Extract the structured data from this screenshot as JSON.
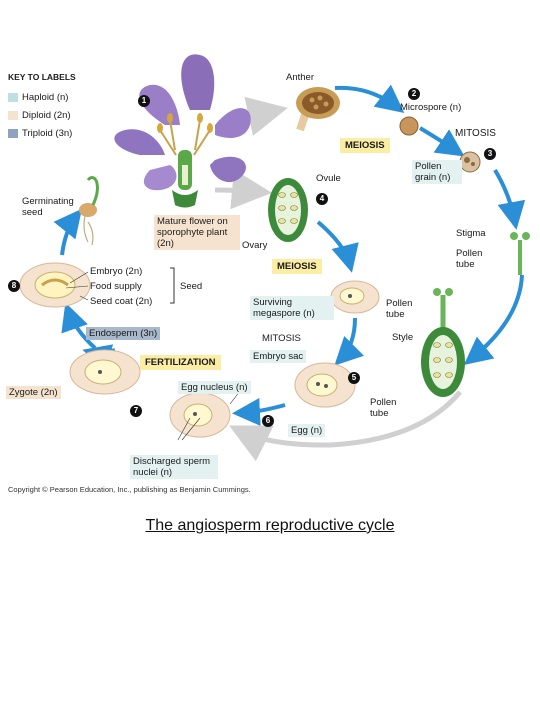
{
  "key": {
    "title": "KEY TO LABELS",
    "items": [
      {
        "label": "Haploid (n)",
        "color": "#bfe0e3"
      },
      {
        "label": "Diploid (2n)",
        "color": "#f6e3cf"
      },
      {
        "label": "Triploid (3n)",
        "color": "#8ea3bd"
      }
    ]
  },
  "labels": {
    "anther": "Anther",
    "microspore": "Microspore (n)",
    "meiosis_top": "MEIOSIS",
    "mitosis_top": "MITOSIS",
    "pollen_grain": "Pollen grain (n)",
    "ovule": "Ovule",
    "germinating_seed": "Germinating seed",
    "mature_flower": "Mature flower on sporophyte plant (2n)",
    "ovary": "Ovary",
    "stigma": "Stigma",
    "pollen_tube_1": "Pollen tube",
    "meiosis_mid": "MEIOSIS",
    "embryo": "Embryo (2n)",
    "food_supply": "Food supply",
    "seed_coat": "Seed coat (2n)",
    "seed": "Seed",
    "surviving_megaspore": "Surviving megaspore (n)",
    "pollen_tube_2": "Pollen tube",
    "style": "Style",
    "endosperm": "Endosperm (3n)",
    "mitosis_mid": "MITOSIS",
    "embryo_sac": "Embryo sac",
    "fertilization": "FERTILIZATION",
    "zygote": "Zygote (2n)",
    "egg_nucleus": "Egg nucleus (n)",
    "pollen_tube_3": "Pollen tube",
    "egg": "Egg (n)",
    "discharged_sperm": "Discharged sperm nuclei (n)"
  },
  "steps": [
    "1",
    "2",
    "3",
    "4",
    "5",
    "6",
    "7",
    "8"
  ],
  "copyright": "Copyright © Pearson Education, Inc., publishing as Benjamin Cummings.",
  "caption": "The angiosperm reproductive cycle"
}
